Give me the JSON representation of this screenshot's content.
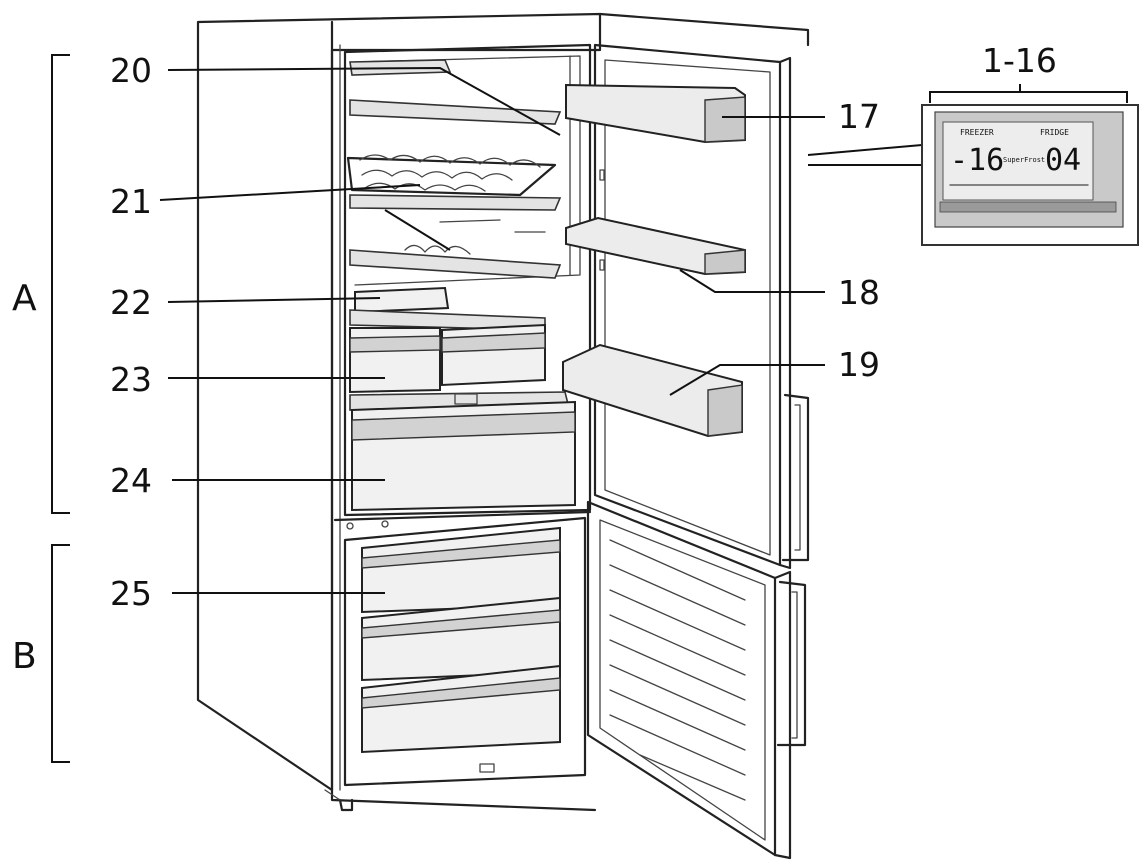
{
  "zones": [
    {
      "id": "A",
      "label": "A"
    },
    {
      "id": "B",
      "label": "B"
    }
  ],
  "callouts": [
    {
      "id": "c1_16",
      "label": "1-16"
    },
    {
      "id": "c17",
      "label": "17"
    },
    {
      "id": "c18",
      "label": "18"
    },
    {
      "id": "c19",
      "label": "19"
    },
    {
      "id": "c20",
      "label": "20"
    },
    {
      "id": "c21",
      "label": "21"
    },
    {
      "id": "c22",
      "label": "22"
    },
    {
      "id": "c23",
      "label": "23"
    },
    {
      "id": "c24",
      "label": "24"
    },
    {
      "id": "c25",
      "label": "25"
    }
  ],
  "display_panel": {
    "left_value": "-16",
    "right_value": "04",
    "left_caption": "FREEZER",
    "right_caption": "FRIDGE",
    "center_text": "SuperFrost"
  }
}
